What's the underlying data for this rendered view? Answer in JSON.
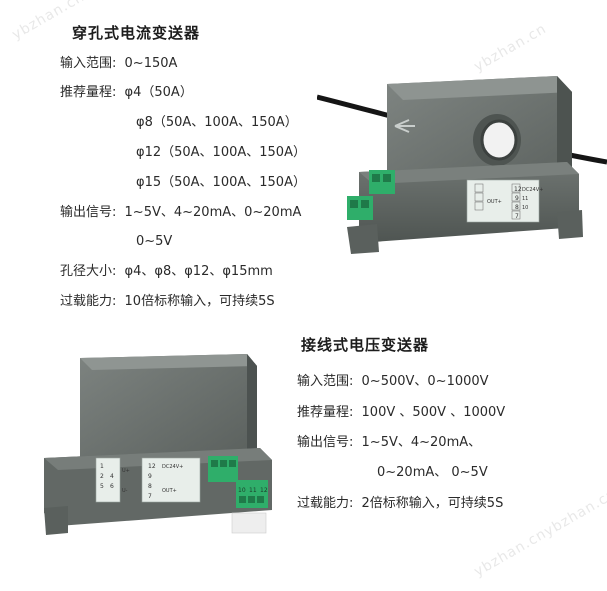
{
  "current": {
    "title": "穿孔式电流变送器",
    "specs": [
      {
        "label": "输入范围:",
        "value": "0~150A"
      },
      {
        "label": "推荐量程:",
        "value": "φ4（50A）"
      },
      {
        "label": "",
        "value": "φ8（50A、100A、150A）"
      },
      {
        "label": "",
        "value": "φ12（50A、100A、150A）"
      },
      {
        "label": "",
        "value": "φ15（50A、100A、150A）"
      },
      {
        "label": "输出信号:",
        "value": "1~5V、4~20mA、0~20mA"
      },
      {
        "label": "",
        "value": "0~5V"
      },
      {
        "label": "孔径大小:",
        "value": "φ4、φ8、φ12、φ15mm"
      },
      {
        "label": "过载能力:",
        "value": "10倍标称输入，可持续5S"
      }
    ],
    "device_labels": {
      "dc": "DC24V+",
      "out": "OUT+",
      "pins_top": [
        "12",
        "9",
        "8",
        "7"
      ],
      "pins_side": [
        "11",
        "10"
      ]
    }
  },
  "voltage": {
    "title": "接线式电压变送器",
    "specs": [
      {
        "label": "输入范围:",
        "value": "0~500V、0~1000V"
      },
      {
        "label": "推荐量程:",
        "value": "100V 、500V 、1000V"
      },
      {
        "label": "输出信号:",
        "value": "1~5V、4~20mA、"
      },
      {
        "label": "",
        "value": "0~20mA、 0~5V"
      },
      {
        "label": "过载能力:",
        "value": "2倍标称输入，可持续5S"
      }
    ],
    "device_labels": {
      "u_plus": "U+",
      "u_minus": "U-",
      "dc": "DC24V+",
      "out": "OUT+",
      "pins_left": [
        "1",
        "2",
        "4",
        "5",
        "6"
      ],
      "pins_right": [
        "12",
        "9",
        "8",
        "7"
      ],
      "pins_terminal": [
        "10",
        "11",
        "12"
      ]
    }
  },
  "watermarks": [
    "ybzhan.cn",
    "ybzhan.cn",
    "ybzhan.cn",
    "ybzhan.cn"
  ]
}
